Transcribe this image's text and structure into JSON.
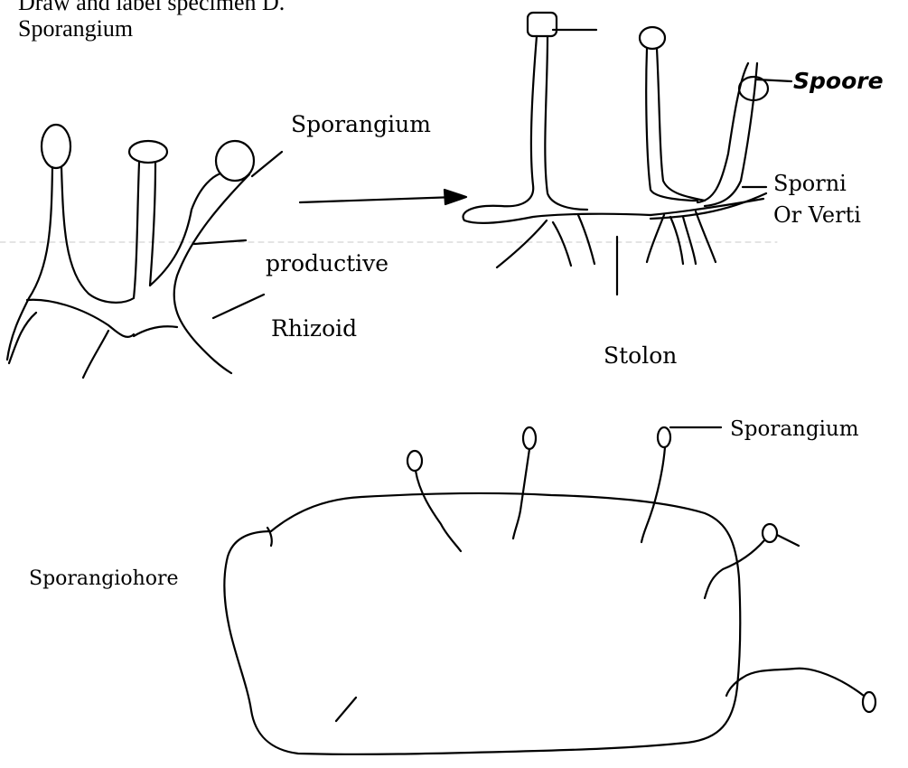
{
  "header": {
    "instruction": "Draw and label specimen D.",
    "specimen_name": "Sporangium"
  },
  "figure_a": {
    "labels": {
      "sporangium": "Sporangium",
      "productive": "productive",
      "rhizoid": "Rhizoid"
    }
  },
  "figure_b": {
    "labels": {
      "spore": "Spoore",
      "sporni": "Sporni",
      "or_verti": "Or Verti",
      "stolon": "Stolon"
    }
  },
  "figure_c": {
    "labels": {
      "sporangium": "Sporangium",
      "sporangiophore": "Sporangiohore"
    }
  },
  "colors": {
    "ink": "#000000",
    "paper": "#ffffff"
  }
}
